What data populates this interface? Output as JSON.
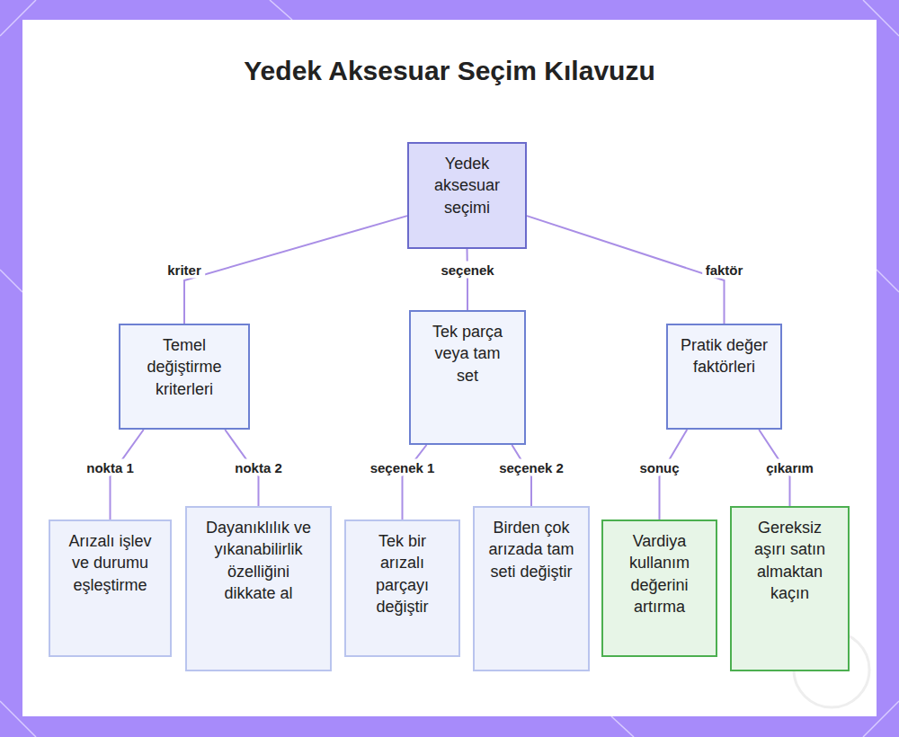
{
  "diagram": {
    "title": "Yedek Aksesuar Seçim Kılavuzu",
    "nodes": [
      {
        "text": [
          "Yedek aksesuar seçimi"
        ]
      },
      {
        "text": [
          "Temel değiştirme kriterleri"
        ]
      },
      {
        "text": [
          "Tek parça veya tam set"
        ]
      },
      {
        "text": [
          "Pratik değer faktörleri"
        ]
      },
      {
        "text": [
          "Arızalı işlev ve durumu eşleştirme"
        ]
      },
      {
        "text": [
          "Dayanıklılık ve yıkanabilirlik özelliğini dikkate al"
        ]
      },
      {
        "text": [
          "Tek bir arızalı parçayı değiştir"
        ]
      },
      {
        "text": [
          "Birden çok arızada tam seti değiştir"
        ]
      },
      {
        "text": [
          "Vardiya kullanım değerini artırma"
        ]
      },
      {
        "text": [
          "Gereksiz aşırı satın almaktan kaçın"
        ]
      }
    ],
    "edges": [
      {
        "from": 0,
        "to": 1,
        "arrow": "none",
        "label": "kriter"
      },
      {
        "from": 0,
        "to": 2,
        "arrow": "none",
        "label": "seçenek"
      },
      {
        "from": 0,
        "to": 3,
        "arrow": "none",
        "label": "faktör"
      },
      {
        "from": 1,
        "to": 4,
        "arrow": "none",
        "label": "nokta 1"
      },
      {
        "from": 1,
        "to": 5,
        "arrow": "none",
        "label": "nokta 2"
      },
      {
        "from": 2,
        "to": 6,
        "arrow": "none",
        "label": "seçenek 1"
      },
      {
        "from": 2,
        "to": 7,
        "arrow": "none",
        "label": "seçenek 2"
      },
      {
        "from": 3,
        "to": 8,
        "arrow": "none",
        "label": "sonuç"
      },
      {
        "from": 3,
        "to": 9,
        "arrow": "none",
        "label": "çıkarım"
      }
    ]
  }
}
